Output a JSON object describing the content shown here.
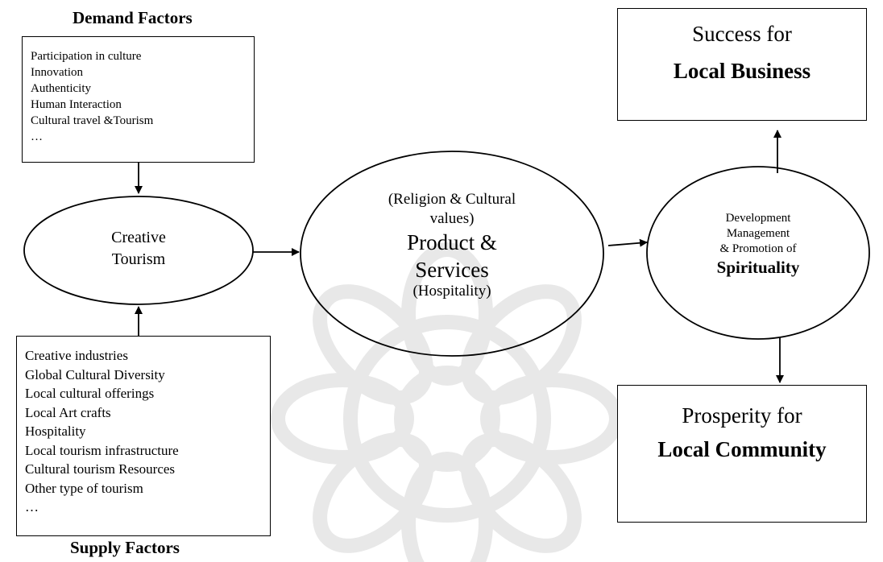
{
  "demand": {
    "title": "Demand Factors",
    "items": [
      "Participation in culture",
      "Innovation",
      "Authenticity",
      "Human Interaction",
      "Cultural travel &Tourism",
      "…"
    ]
  },
  "supply": {
    "title": "Supply Factors",
    "items": [
      "Creative industries",
      "Global Cultural Diversity",
      "Local cultural offerings",
      "Local Art crafts",
      "Hospitality",
      "Local tourism infrastructure",
      "Cultural tourism Resources",
      "Other type of tourism",
      "…"
    ]
  },
  "creative": {
    "line1": "Creative",
    "line2": "Tourism"
  },
  "product": {
    "line1": "(Religion & Cultural",
    "line2": "values)",
    "line3": "Product &",
    "line4": "Services",
    "line5": "(Hospitality)"
  },
  "development": {
    "line1": "Development",
    "line2": "Management",
    "line3": "& Promotion of",
    "line4": "Spirituality"
  },
  "business": {
    "line1": "Success for",
    "line2": "Local Business"
  },
  "community": {
    "line1": "Prosperity for",
    "line2": "Local Community"
  }
}
